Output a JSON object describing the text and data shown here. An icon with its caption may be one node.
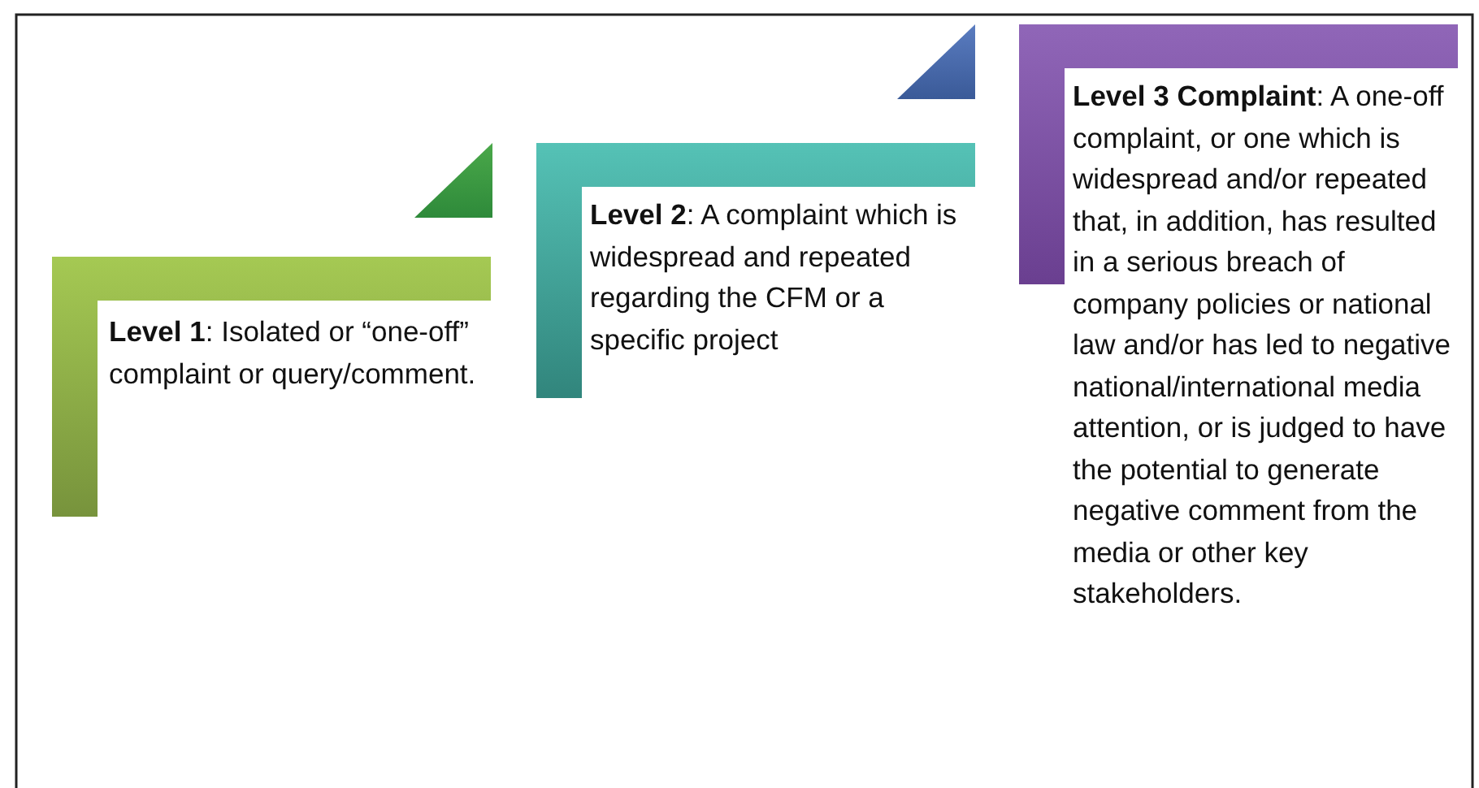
{
  "diagram": {
    "nodes": [
      {
        "text": [
          "**Level 1**: Isolated or “one-off” complaint or query/comment."
        ]
      },
      {
        "text": [
          "**Level 2**: A complaint which is widespread and repeated regarding the CFM or a specific project"
        ]
      },
      {
        "text": [
          "**Level 3 Complaint**: A one-off complaint, or one which is widespread and/or repeated that, in addition, has resulted in a serious breach of company policies or national law and/or has led to negative national/international media attention, or is judged to have the potential to generate negative comment from the media or other key stakeholders."
        ]
      }
    ]
  }
}
